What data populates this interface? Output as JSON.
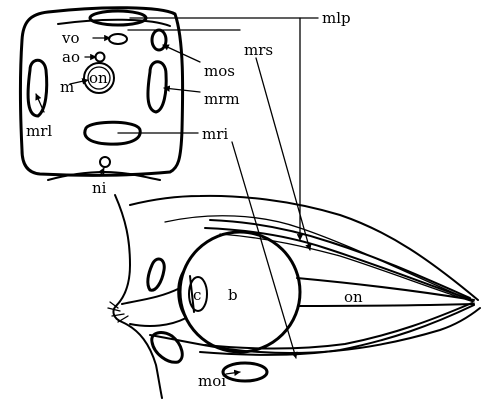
{
  "labels": {
    "mlp": "mlp",
    "mrs": "mrs",
    "vo": "vo",
    "ao": "ao",
    "on_section": "on",
    "m": "m",
    "mos": "mos",
    "mrm": "mrm",
    "mrl": "mrl",
    "mri": "mri",
    "ni": "ni",
    "b": "b",
    "c": "c",
    "on_nerve": "on",
    "moi": "moi"
  },
  "colors": {
    "ink": "#000000",
    "paper": "#ffffff"
  }
}
